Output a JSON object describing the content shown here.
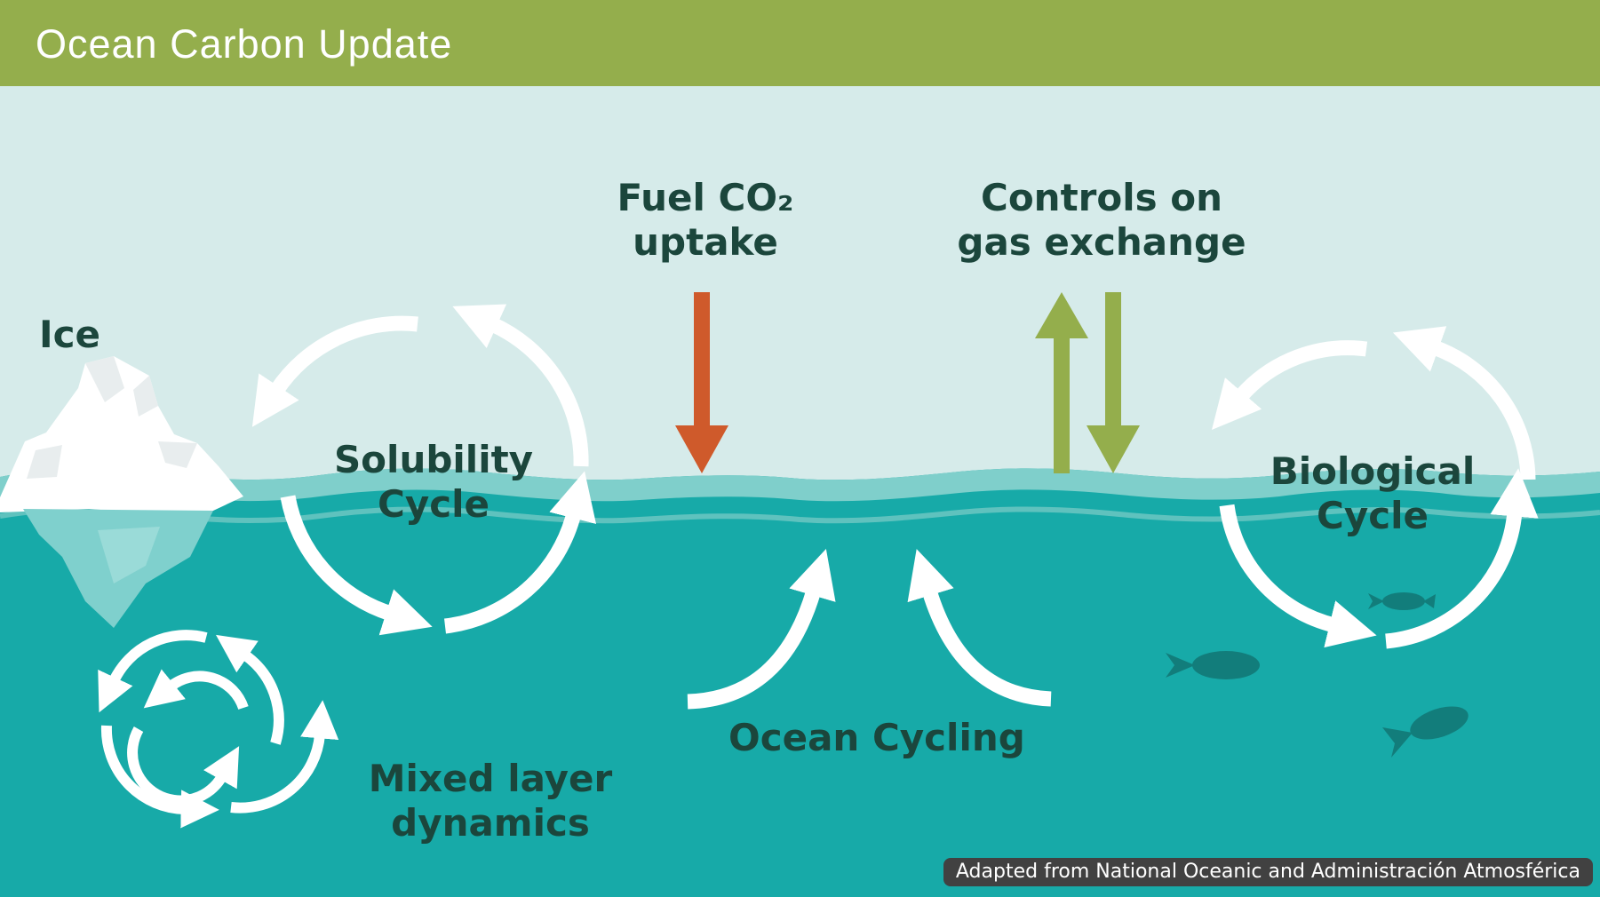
{
  "header": {
    "title": "Ocean Carbon Update",
    "background_color": "#94ae4c"
  },
  "labels": {
    "ice": "Ice",
    "solubility_line1": "Solubility",
    "solubility_line2": "Cycle",
    "fuel_line1": "Fuel CO₂",
    "fuel_line2": "uptake",
    "controls_line1": "Controls on",
    "controls_line2": "gas exchange",
    "biological_line1": "Biological",
    "biological_line2": "Cycle",
    "mixed_line1": "Mixed layer",
    "mixed_line2": "dynamics",
    "ocean_cycling": "Ocean Cycling"
  },
  "credit": "Adapted from National Oceanic and Administración Atmosférica",
  "colors": {
    "sky": "#d6ebea",
    "ocean": "#17aaa8",
    "wave_light": "#7fcfcb",
    "text": "#1b463c",
    "arrow_orange": "#cf5a2b",
    "arrow_green": "#94ae4c",
    "fish": "#127d7b"
  },
  "icons": [
    "iceberg-icon",
    "fish-icon",
    "cycle-arrow-icon"
  ]
}
